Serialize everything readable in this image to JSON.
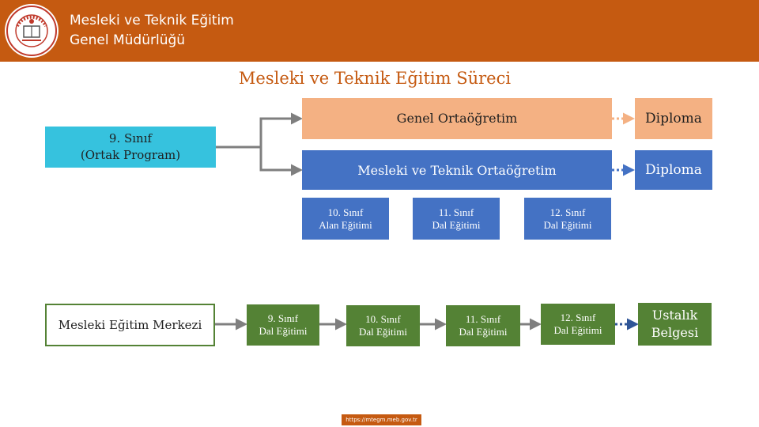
{
  "header": {
    "org_line1": "Mesleki ve Teknik Eğitim",
    "org_line2": "Genel Müdürlüğü",
    "logo_icon": "meb-seal-icon",
    "background": "#c55a11"
  },
  "title": "Mesleki ve Teknik Eğitim Süreci",
  "nodes": {
    "grade9_line1": "9. Sınıf",
    "grade9_line2": "(Ortak Program)",
    "genel": "Genel Ortaöğretim",
    "genel_diploma": "Diploma",
    "mte": "Mesleki ve Teknik Ortaöğretim",
    "mte_diploma": "Diploma",
    "mte_steps": [
      {
        "line1": "10. Sınıf",
        "line2": "Alan Eğitimi"
      },
      {
        "line1": "11. Sınıf",
        "line2": "Dal Eğitimi"
      },
      {
        "line1": "12. Sınıf",
        "line2": "Dal Eğitimi"
      }
    ],
    "mem": "Mesleki Eğitim Merkezi",
    "mem_steps": [
      {
        "line1": "9. Sınıf",
        "line2": "Dal Eğitimi"
      },
      {
        "line1": "10. Sınıf",
        "line2": "Dal Eğitimi"
      },
      {
        "line1": "11. Sınıf",
        "line2": "Dal Eğitimi"
      },
      {
        "line1": "12. Sınıf",
        "line2": "Dal Eğitimi"
      }
    ],
    "mem_cert_line1": "Ustalık",
    "mem_cert_line2": "Belgesi"
  },
  "footer_url": "https://mtegm.meb.gov.tr",
  "colors": {
    "accent": "#c55a11",
    "genel": "#f4b183",
    "mte": "#4472c4",
    "common": "#36c2de",
    "mem": "#548235"
  }
}
